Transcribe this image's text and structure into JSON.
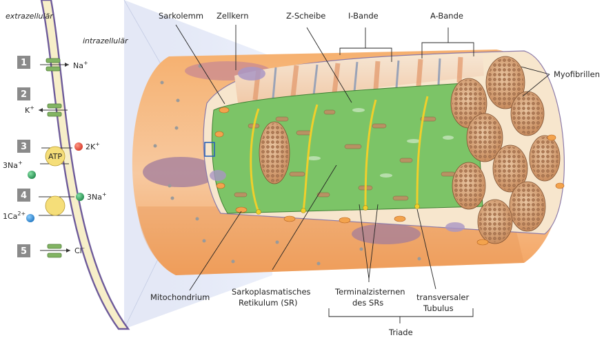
{
  "membrane_panel": {
    "outside_label": "extrazellulär",
    "inside_label": "intrazellulär",
    "steps": [
      {
        "num": "1",
        "ions": [
          {
            "text": "Na",
            "sup": "+"
          }
        ]
      },
      {
        "num": "2",
        "ions": [
          {
            "text": "K",
            "sup": "+"
          }
        ]
      },
      {
        "num": "3",
        "pump_label": "ATP",
        "ions": [
          {
            "text": "2K",
            "sup": "+"
          },
          {
            "text": "3Na",
            "sup": "+"
          }
        ]
      },
      {
        "num": "4",
        "ions": [
          {
            "text": "3Na",
            "sup": "+"
          },
          {
            "text": "1Ca",
            "sup": "2+"
          }
        ]
      },
      {
        "num": "5",
        "ions": [
          {
            "text": "Cl",
            "sup": "–"
          }
        ]
      }
    ]
  },
  "labels": {
    "sarkolemm": "Sarkolemm",
    "zellkern": "Zellkern",
    "z_scheibe": "Z-Scheibe",
    "i_bande": "I-Bande",
    "a_bande": "A-Bande",
    "myofibrillen": "Myofibrillen",
    "mitochondrium": "Mitochondrium",
    "sr_line1": "Sarkoplasmatisches",
    "sr_line2": "Retikulum (SR)",
    "tz_line1": "Terminalzisternen",
    "tz_line2": "des SRs",
    "tt_line1": "transversaler",
    "tt_line2": "Tubulus",
    "triade": "Triade"
  },
  "colors": {
    "membrane": "#6e5b9a",
    "membrane_fill": "#f7efc9",
    "fiber_outer": "#f2a461",
    "sarcoplasm": "#f8ead2",
    "sr_green": "#7cc467",
    "t_tubule": "#f0cf2b",
    "myofibril": "#d9a57a",
    "marker": "#8d8d8d",
    "ion_red": "#e8513b",
    "ion_green": "#3aa565",
    "ion_blue": "#3b8fd6"
  }
}
